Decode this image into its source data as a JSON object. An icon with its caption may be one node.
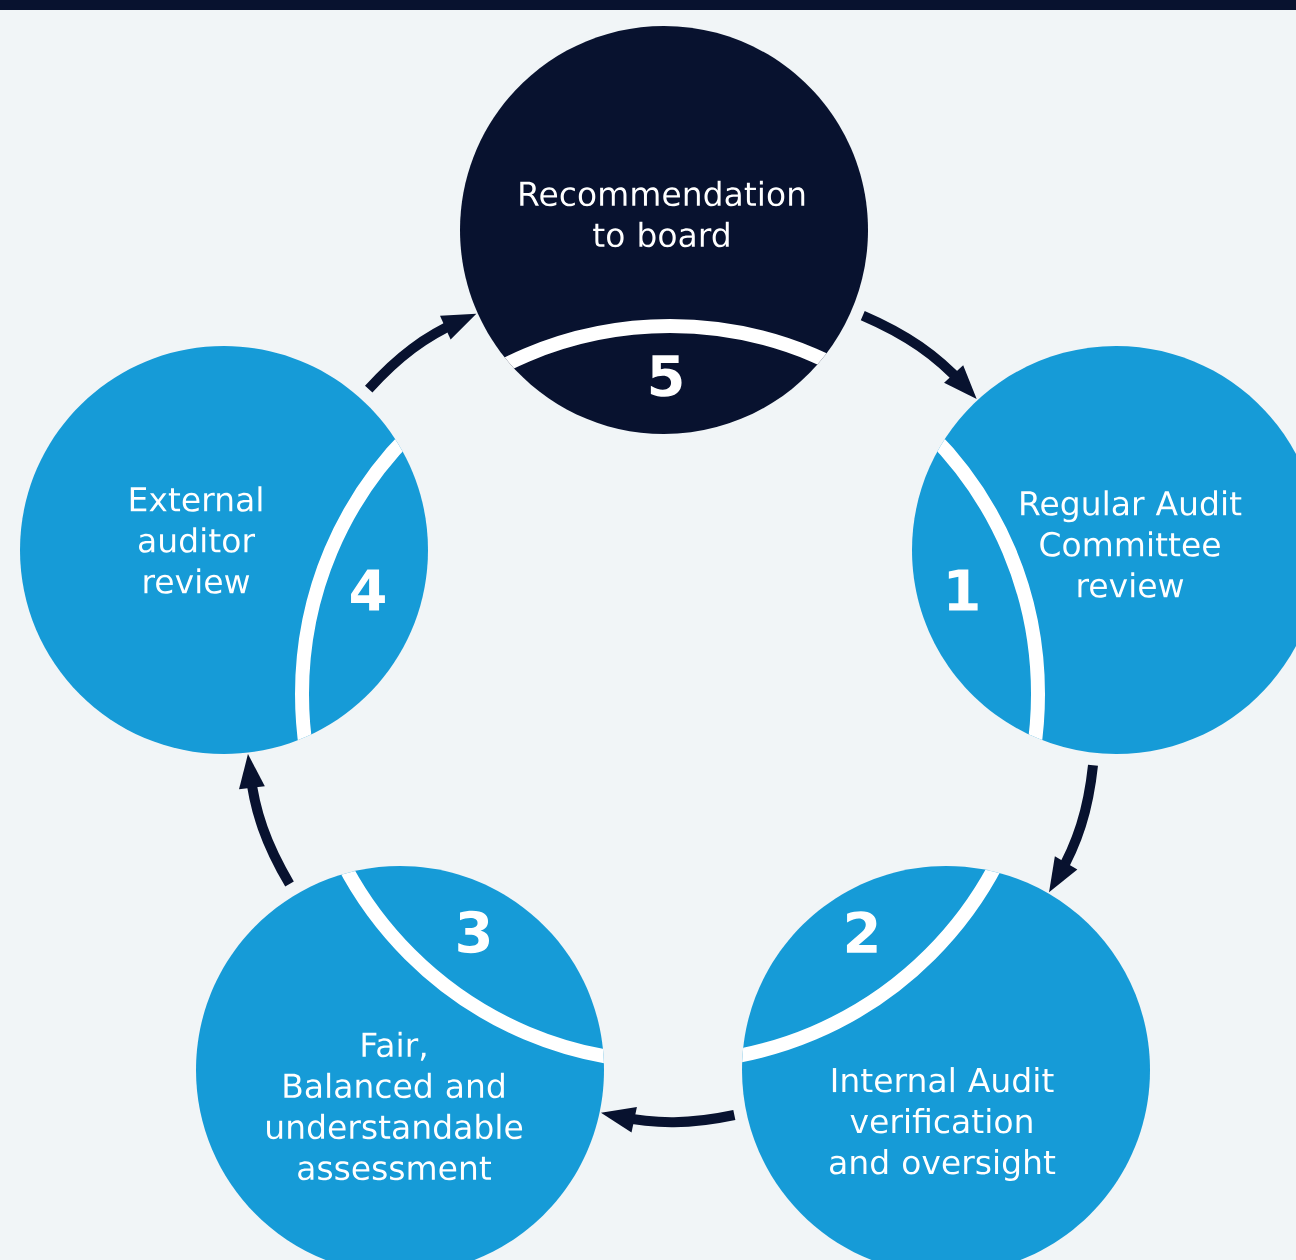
{
  "diagram": {
    "nodes": [
      {
        "text": [
          "1",
          "Regular Audit Committee review"
        ]
      },
      {
        "text": [
          "2",
          "Internal Audit verification and oversight"
        ]
      },
      {
        "text": [
          "3",
          "Fair, Balanced and understandable assessment"
        ]
      },
      {
        "text": [
          "External auditor review",
          "4"
        ]
      },
      {
        "text": [
          "Recommendation to board",
          "5"
        ]
      }
    ],
    "edges": [
      {
        "from": 0,
        "to": 1,
        "arrow": "to"
      },
      {
        "from": 1,
        "to": 2,
        "arrow": "to"
      },
      {
        "from": 2,
        "to": 3,
        "arrow": "to"
      },
      {
        "from": 3,
        "to": 4,
        "arrow": "to"
      },
      {
        "from": 4,
        "to": 0,
        "arrow": "to"
      }
    ]
  }
}
